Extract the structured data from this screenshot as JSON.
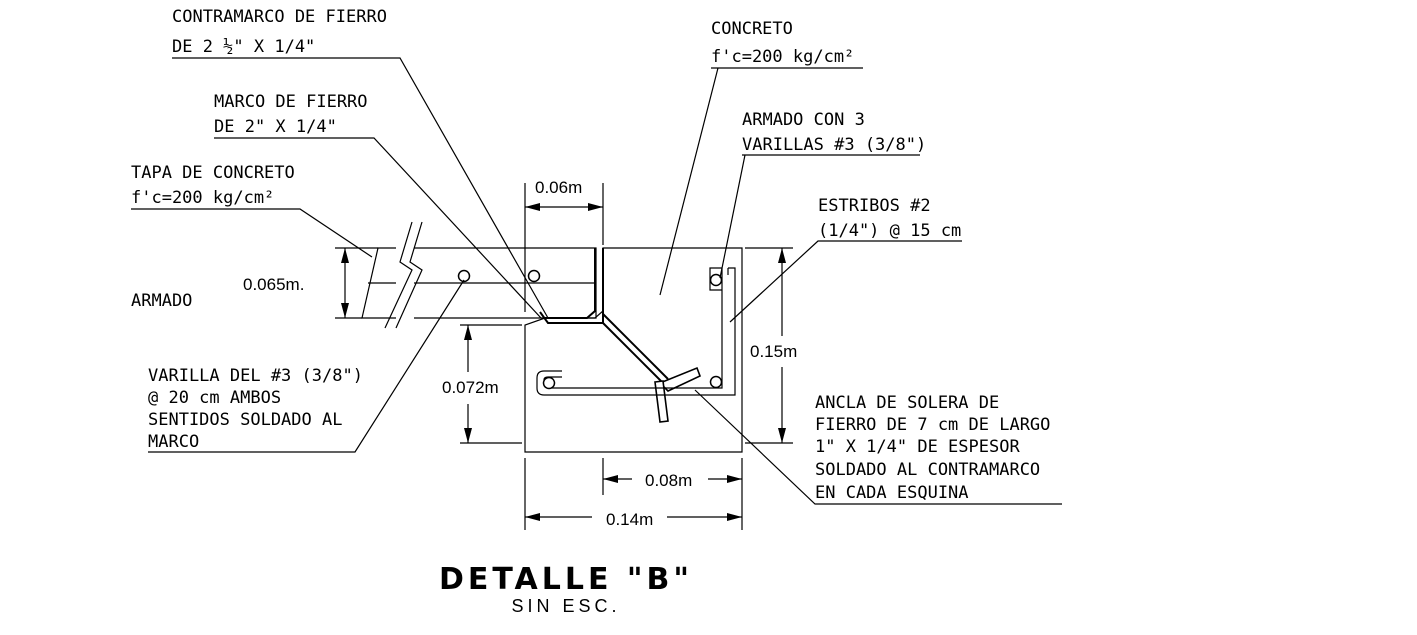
{
  "title": "DETALLE \"B\"",
  "subtitle": "SIN ESC.",
  "labels": {
    "contramarco_1": "CONTRAMARCO DE FIERRO",
    "contramarco_2": "DE 2 ½\" X 1/4\"",
    "marco_1": "MARCO DE FIERRO",
    "marco_2": "DE 2\" X 1/4\"",
    "tapa_1": "TAPA DE CONCRETO",
    "tapa_2": "f'c=200 kg/cm²",
    "armado": "ARMADO",
    "varilla_1": "VARILLA DEL #3 (3/8\")",
    "varilla_2": "@ 20 cm AMBOS",
    "varilla_3": "SENTIDOS SOLDADO AL",
    "varilla_4": "MARCO",
    "concreto_1": "CONCRETO",
    "concreto_2": "f'c=200 kg/cm²",
    "armado3_1": "ARMADO CON 3",
    "armado3_2": "VARILLAS #3 (3/8\")",
    "estribos_1": "ESTRIBOS #2",
    "estribos_2": "(1/4\") @ 15 cm",
    "ancla_1": "ANCLA DE SOLERA DE",
    "ancla_2": "FIERRO DE 7 cm DE LARGO",
    "ancla_3": "1\" X 1/4\" DE ESPESOR",
    "ancla_4": "SOLDADO AL CONTRAMARCO",
    "ancla_5": "EN CADA ESQUINA"
  },
  "dimensions": {
    "top_width": "0.06m",
    "slab_thickness": "0.065m.",
    "left_height": "0.072m",
    "right_height": "0.15m",
    "inner_width": "0.08m",
    "total_width": "0.14m"
  }
}
